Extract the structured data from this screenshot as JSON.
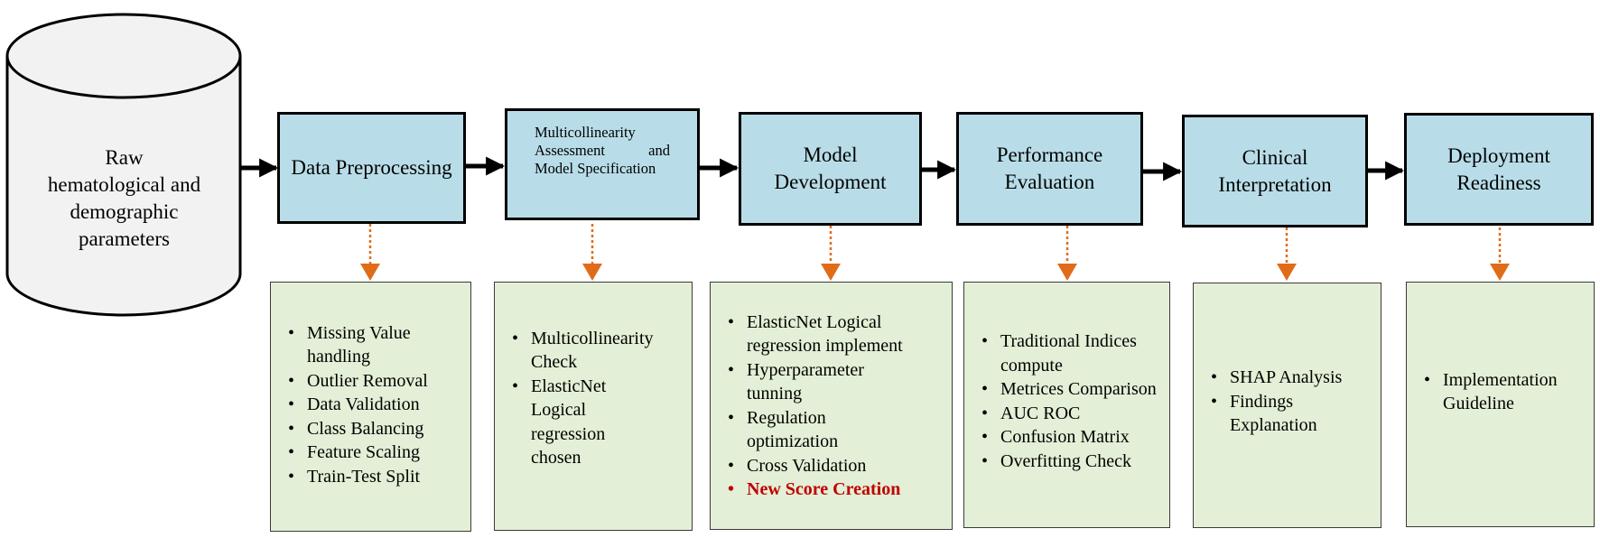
{
  "source": {
    "label": "Raw hematological and demographic parameters",
    "lines": [
      "Raw",
      "hematological and",
      "demographic",
      "parameters"
    ]
  },
  "stages": [
    {
      "title": "Data Preprocessing",
      "items": [
        "Missing Value handling",
        "Outlier Removal",
        "Data Validation",
        "Class Balancing",
        "Feature Scaling",
        "Train-Test Split"
      ]
    },
    {
      "title": "Multicollinearity Assessment and Model Specification",
      "items": [
        "Multicollinearity Check",
        "ElasticNet Logical regression chosen"
      ]
    },
    {
      "title": "Model Development",
      "items": [
        "ElasticNet Logical regression implement",
        "Hyperparameter tunning",
        "Regulation optimization",
        "Cross Validation",
        "New Score Creation"
      ],
      "highlight": "New Score Creation"
    },
    {
      "title": "Performance Evaluation",
      "items": [
        "Traditional Indices compute",
        "Metrices Comparison",
        "AUC ROC",
        "Confusion Matrix",
        "Overfitting Check"
      ]
    },
    {
      "title": "Clinical Interpretation",
      "items": [
        "SHAP Analysis",
        "Findings Explanation"
      ]
    },
    {
      "title": "Deployment Readiness",
      "items": [
        "Implementation Guideline"
      ]
    }
  ],
  "colors": {
    "stage_fill": "#b8dde8",
    "detail_fill": "#e3efd6",
    "arrow": "#000000",
    "dotted_arrow": "#e06c1a",
    "highlight_text": "#c00000",
    "database_fill": "#f2f2f2"
  }
}
